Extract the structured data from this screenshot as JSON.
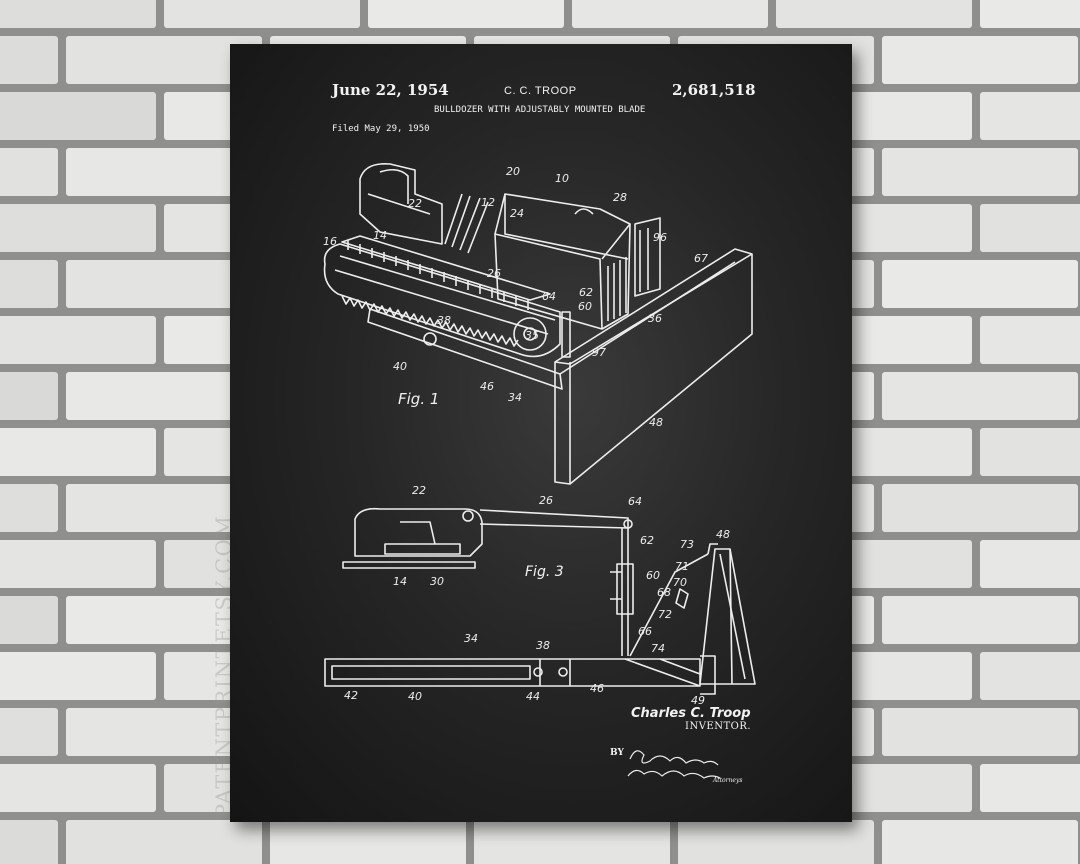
{
  "poster": {
    "date": "June 22, 1954",
    "inventor_header": "C. C. TROOP",
    "patent_number": "2,681,518",
    "title": "BULLDOZER WITH ADJUSTABLY MOUNTED BLADE",
    "filed": "Filed May 29, 1950",
    "fig1_label": "Fig. 1",
    "fig3_label": "Fig. 3",
    "inventor_signature": "Charles C. Troop",
    "inventor_role": "INVENTOR.",
    "by_label": "BY",
    "attorneys_signature": "Attorneys"
  },
  "reference_numerals": {
    "fig1": [
      "20",
      "10",
      "28",
      "22",
      "12",
      "24",
      "16",
      "14",
      "96",
      "67",
      "26",
      "62",
      "64",
      "60",
      "36",
      "38",
      "35",
      "97",
      "40",
      "46",
      "34",
      "48"
    ],
    "fig3": [
      "22",
      "26",
      "64",
      "62",
      "73",
      "48",
      "60",
      "71",
      "70",
      "68",
      "72",
      "66",
      "74",
      "14",
      "30",
      "34",
      "38",
      "42",
      "40",
      "44",
      "46",
      "49"
    ]
  },
  "watermark": "PATENTPRINTETSY.COM",
  "colors": {
    "background_wall": "#e4e4e2",
    "mortar": "#8f8f8d",
    "poster_black": "#1c1c1c",
    "ink_white": "#f2f2f2"
  }
}
